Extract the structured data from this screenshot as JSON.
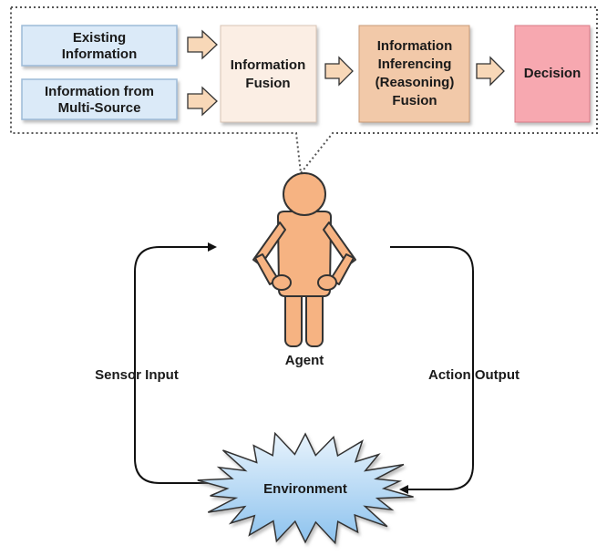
{
  "pipeline": {
    "existing_information": [
      "Existing",
      "Information"
    ],
    "multi_source": [
      "Information from",
      "Multi-Source"
    ],
    "fusion": [
      "Information",
      "Fusion"
    ],
    "inferencing": [
      "Information",
      "Inferencing",
      "(Reasoning)",
      "Fusion"
    ],
    "decision": [
      "Decision"
    ]
  },
  "agent": {
    "label": "Agent"
  },
  "loop": {
    "sensor_input": "Sensor Input",
    "action_output": "Action Output"
  },
  "environment": {
    "label": "Environment"
  },
  "colors": {
    "existing_fill": "#dbeaf8",
    "existing_stroke": "#9dbbd8",
    "fusion_fill": "#fbeee4",
    "inferencing_fill": "#f2c9a9",
    "decision_fill": "#f7a8b0",
    "arrow_fill": "#f8d8b8",
    "agent_fill": "#f6b382",
    "environment_top": "#e8f3fc",
    "environment_bottom": "#8cc2ee"
  },
  "icons": {
    "agent": "person-figure-icon",
    "environment": "starburst-cloud-icon"
  }
}
